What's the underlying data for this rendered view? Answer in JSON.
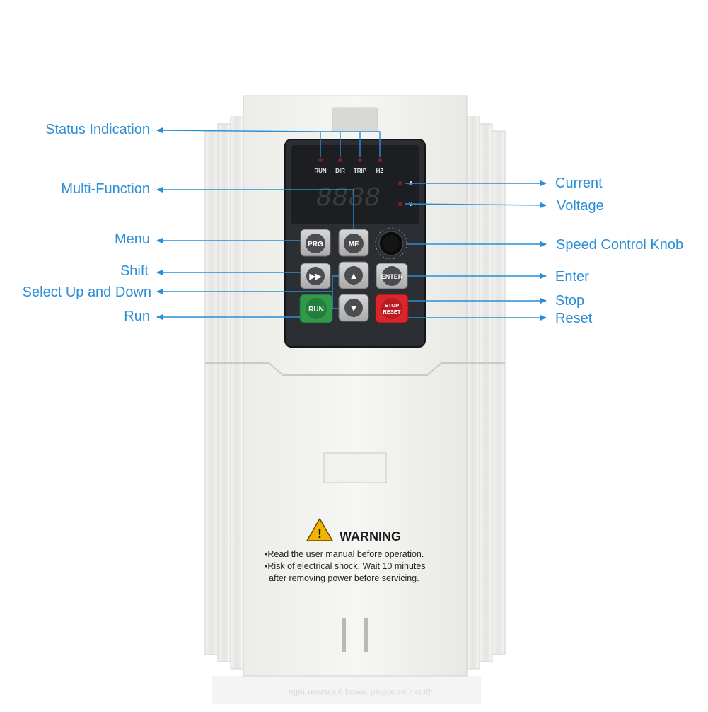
{
  "callouts": {
    "status_indication": "Status Indication",
    "multi_function": "Multi-Function",
    "menu": "Menu",
    "shift": "Shift",
    "select_up_down": "Select Up and Down",
    "run": "Run",
    "current": "Current",
    "voltage": "Voltage",
    "speed_knob": "Speed Control Knob",
    "enter": "Enter",
    "stop": "Stop",
    "reset": "Reset"
  },
  "panel": {
    "indicators": [
      "RUN",
      "DIR",
      "TRIP",
      "HZ"
    ],
    "unit_a": "A",
    "unit_v": "V",
    "display": "8888"
  },
  "keys": {
    "prg": "PRG",
    "mf": "MF",
    "shift": "▶▶",
    "up": "▲",
    "down": "▼",
    "enter": "ENTER",
    "run": "RUN",
    "stop": "STOP",
    "reset": "RESET"
  },
  "warning": {
    "title": "WARNING",
    "line1": "•Read  the user manual before operation.",
    "line2": "•Risk of electrical shock. Wait 10 minutes",
    "line3": "after removing power before servicing."
  },
  "colors": {
    "callout": "#2a8fd6",
    "housing": "#eeeeec",
    "panel": "#2b2e33",
    "run_key": "#2e9a4a",
    "stop_key": "#d9262b",
    "warning_yellow": "#f2b400"
  }
}
